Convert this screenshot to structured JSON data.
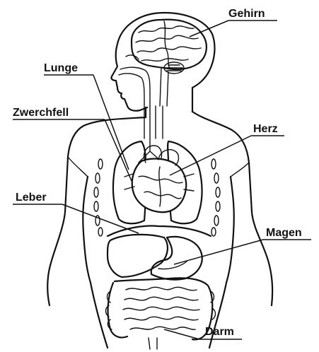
{
  "labels": {
    "gehirn": "Gehirn",
    "lunge": "Lunge",
    "zwerchfell": "Zwerchfell",
    "herz": "Herz",
    "leber": "Leber",
    "magen": "Magen",
    "darm": "Darm"
  }
}
